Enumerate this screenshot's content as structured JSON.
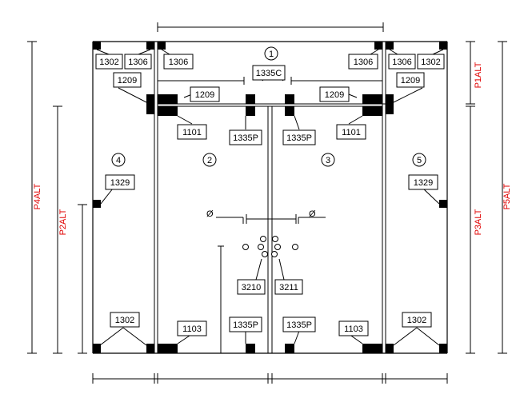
{
  "diagram": {
    "rooms": [
      "1",
      "2",
      "3",
      "4",
      "5"
    ],
    "tags": {
      "t_1302_tl": "1302",
      "t_1306_tl": "1306",
      "t_1306_a": "1306",
      "t_1306_b": "1306",
      "t_1306_tr": "1306",
      "t_1302_tr": "1302",
      "t_1335c": "1335C",
      "t_1209_l": "1209",
      "t_1209_cl": "1209",
      "t_1209_cr": "1209",
      "t_1209_r": "1209",
      "t_1101_l": "1101",
      "t_1335p_a": "1335P",
      "t_1335p_b": "1335P",
      "t_1101_r": "1101",
      "t_1329_l": "1329",
      "t_1329_r": "1329",
      "t_3210": "3210",
      "t_3211": "3211",
      "t_1302_bl": "1302",
      "t_1103_l": "1103",
      "t_1335p_c": "1335P",
      "t_1335p_d": "1335P",
      "t_1103_r": "1103",
      "t_1302_br": "1302"
    },
    "diameter_symbol": "Ø",
    "elevation_labels": [
      "P4ALT",
      "P2ALT",
      "P1ALT",
      "P3ALT",
      "P5ALT"
    ]
  }
}
